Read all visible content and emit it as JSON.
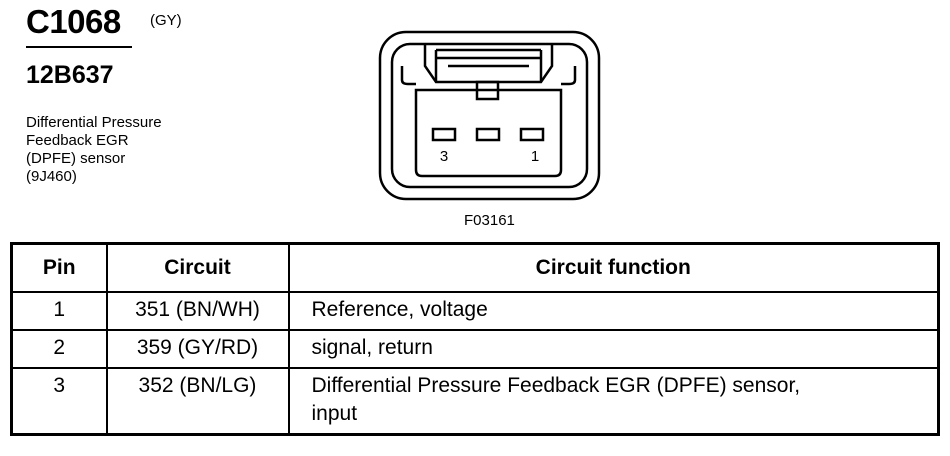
{
  "header": {
    "connector_id": "C1068",
    "color_code": "(GY)",
    "part_number": "12B637",
    "description_lines": [
      "Differential Pressure",
      "Feedback EGR",
      "(DPFE) sensor",
      "(9J460)"
    ]
  },
  "diagram": {
    "pin_labels": [
      "3",
      "1"
    ],
    "figure_id": "F03161"
  },
  "table": {
    "headers": [
      "Pin",
      "Circuit",
      "Circuit function"
    ],
    "rows": [
      {
        "pin": "1",
        "circuit": "351 (BN/WH)",
        "function_lines": [
          "Reference, voltage"
        ]
      },
      {
        "pin": "2",
        "circuit": "359 (GY/RD)",
        "function_lines": [
          "signal, return"
        ]
      },
      {
        "pin": "3",
        "circuit": "352 (BN/LG)",
        "function_lines": [
          "Differential Pressure Feedback EGR (DPFE) sensor,",
          "input"
        ]
      }
    ]
  }
}
